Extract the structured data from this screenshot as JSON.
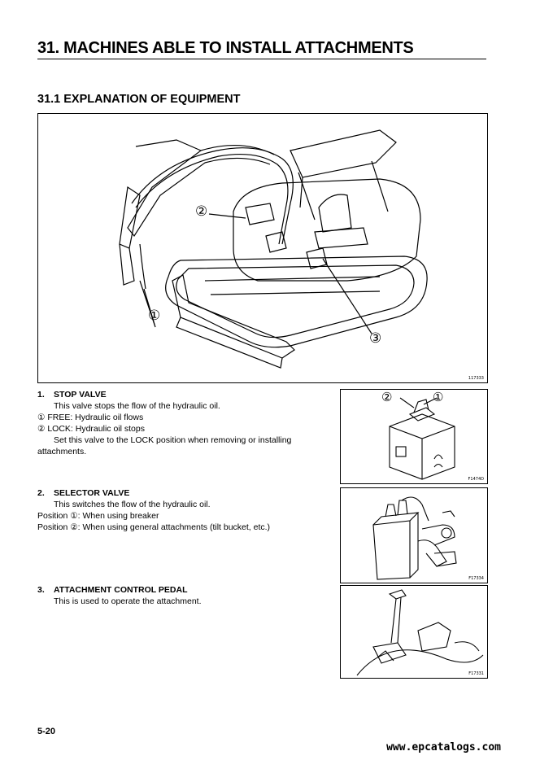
{
  "chapter": {
    "title": "31. MACHINES ABLE TO INSTALL ATTACHMENTS"
  },
  "section": {
    "title": "31.1 EXPLANATION OF EQUIPMENT"
  },
  "figures": {
    "main": {
      "code": "117333",
      "callouts": [
        "①",
        "②",
        "③"
      ]
    },
    "stop_valve": {
      "code": "F1474D",
      "callouts": [
        "②",
        "①"
      ]
    },
    "selector_valve": {
      "code": "F17334"
    },
    "pedal": {
      "code": "F17331"
    }
  },
  "items": [
    {
      "number": "1.",
      "title": "STOP VALVE",
      "lines": [
        "This valve stops the flow of the hydraulic oil.",
        "① FREE:   Hydraulic oil flows",
        "② LOCK:   Hydraulic oil stops",
        "Set this valve to the LOCK position when removing or installing",
        "attachments."
      ]
    },
    {
      "number": "2.",
      "title": "SELECTOR VALVE",
      "lines": [
        "This switches the flow of the hydraulic oil.",
        "Position ①: When using breaker",
        "Position ②: When using general attachments (tilt bucket, etc.)"
      ]
    },
    {
      "number": "3.",
      "title": "ATTACHMENT CONTROL PEDAL",
      "lines": [
        "This is used to operate the attachment."
      ]
    }
  ],
  "footer": {
    "page_number": "5-20",
    "watermark": "www.epcatalogs.com"
  }
}
